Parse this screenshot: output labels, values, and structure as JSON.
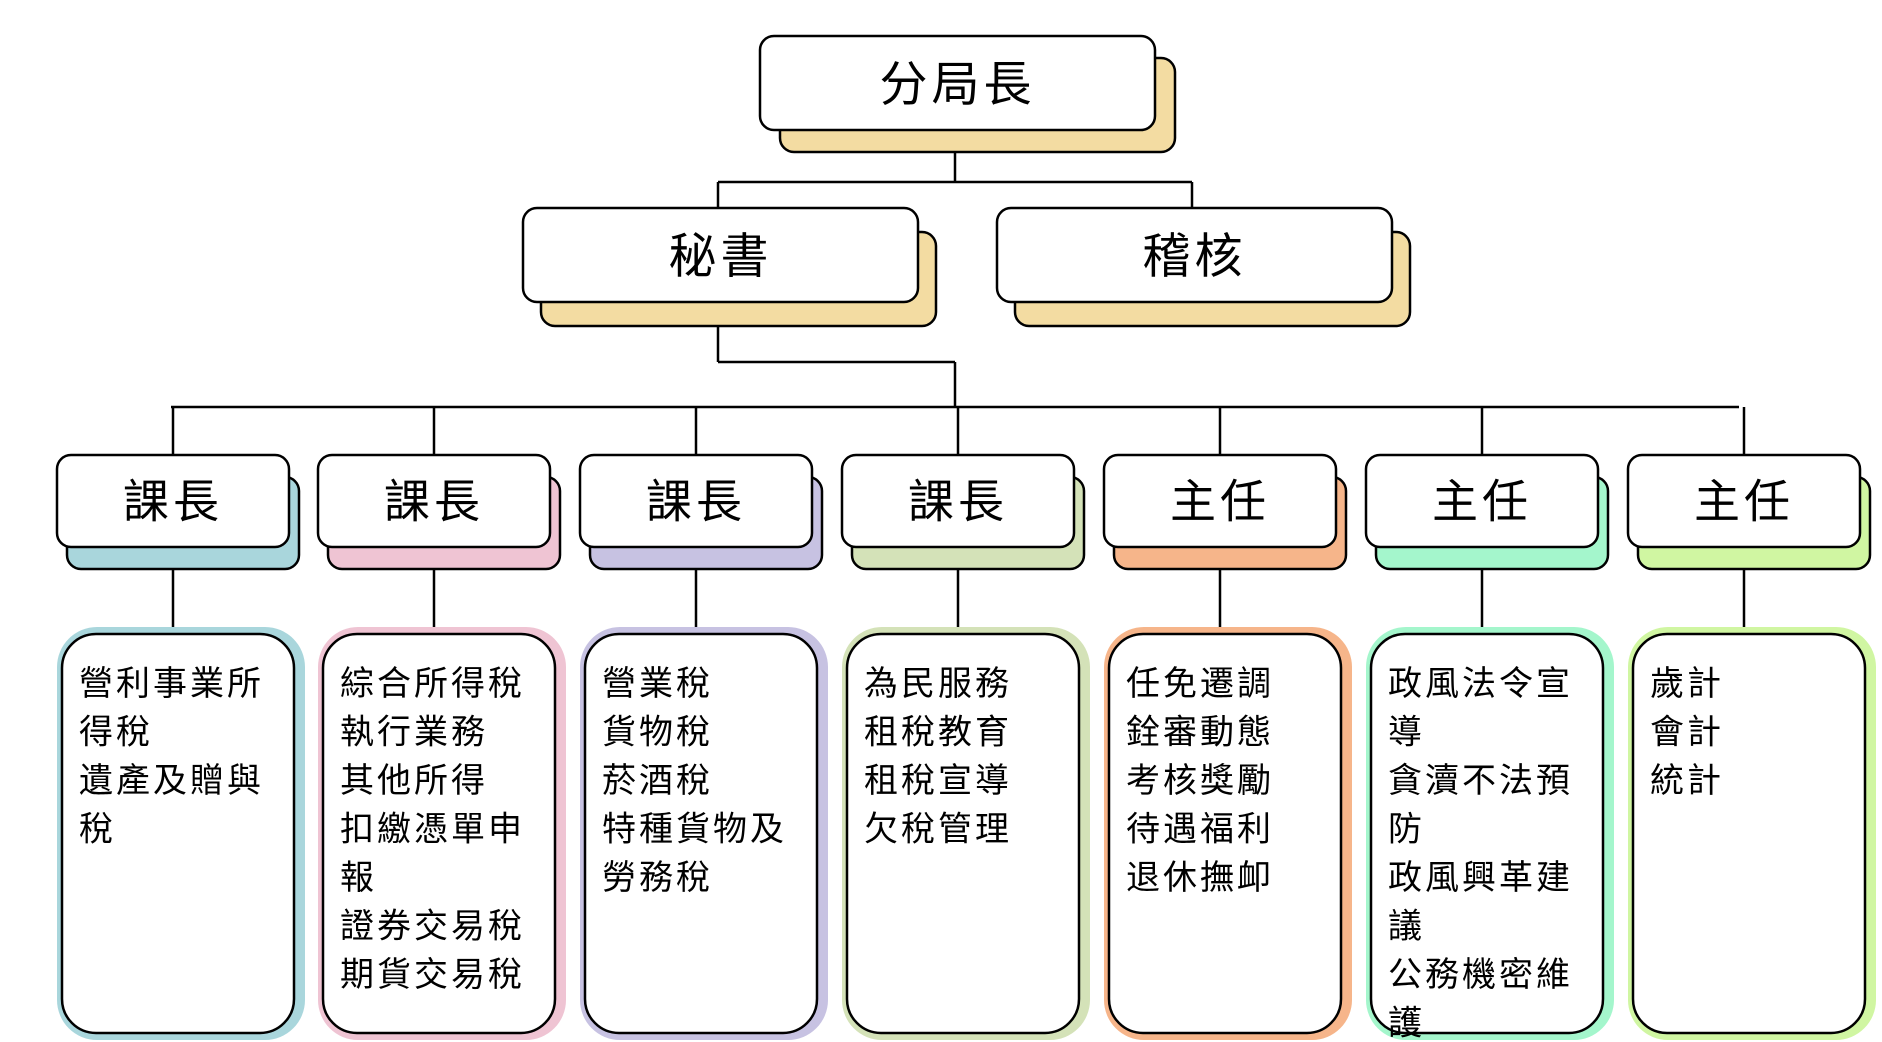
{
  "top": {
    "label": "分局長",
    "shadow": "#f3dca2"
  },
  "second": [
    {
      "id": "secretary",
      "label": "秘書",
      "shadow": "#f3dca2"
    },
    {
      "id": "audit",
      "label": "稽核",
      "shadow": "#f3dca2"
    }
  ],
  "units": [
    {
      "id": "unit-1",
      "label": "課長",
      "color": "#a9d6dc",
      "duties": [
        "營利事業所",
        "得稅",
        "遺產及贈與",
        "稅"
      ]
    },
    {
      "id": "unit-2",
      "label": "課長",
      "color": "#efc4d3",
      "duties": [
        "綜合所得稅",
        "執行業務",
        "其他所得",
        "扣繳憑單申",
        "報",
        "證券交易稅",
        "期貨交易稅"
      ]
    },
    {
      "id": "unit-3",
      "label": "課長",
      "color": "#c7c2e2",
      "duties": [
        "營業稅",
        "貨物稅",
        "菸酒稅",
        "特種貨物及",
        "勞務稅"
      ]
    },
    {
      "id": "unit-4",
      "label": "課長",
      "color": "#d4e2b8",
      "duties": [
        "為民服務",
        "租稅教育",
        "租稅宣導",
        "欠稅管理"
      ]
    },
    {
      "id": "unit-5",
      "label": "主任",
      "color": "#f6b58a",
      "duties": [
        "任免遷調",
        "銓審動態",
        "考核獎勵",
        "待遇福利",
        "退休撫卹"
      ]
    },
    {
      "id": "unit-6",
      "label": "主任",
      "color": "#a4f6cc",
      "duties": [
        "政風法令宣",
        "導",
        "貪瀆不法預",
        "防",
        "政風興革建",
        "議",
        "公務機密維",
        "護"
      ]
    },
    {
      "id": "unit-7",
      "label": "主任",
      "color": "#d0f6a2",
      "duties": [
        "歲計",
        "會計",
        "統計"
      ]
    }
  ]
}
